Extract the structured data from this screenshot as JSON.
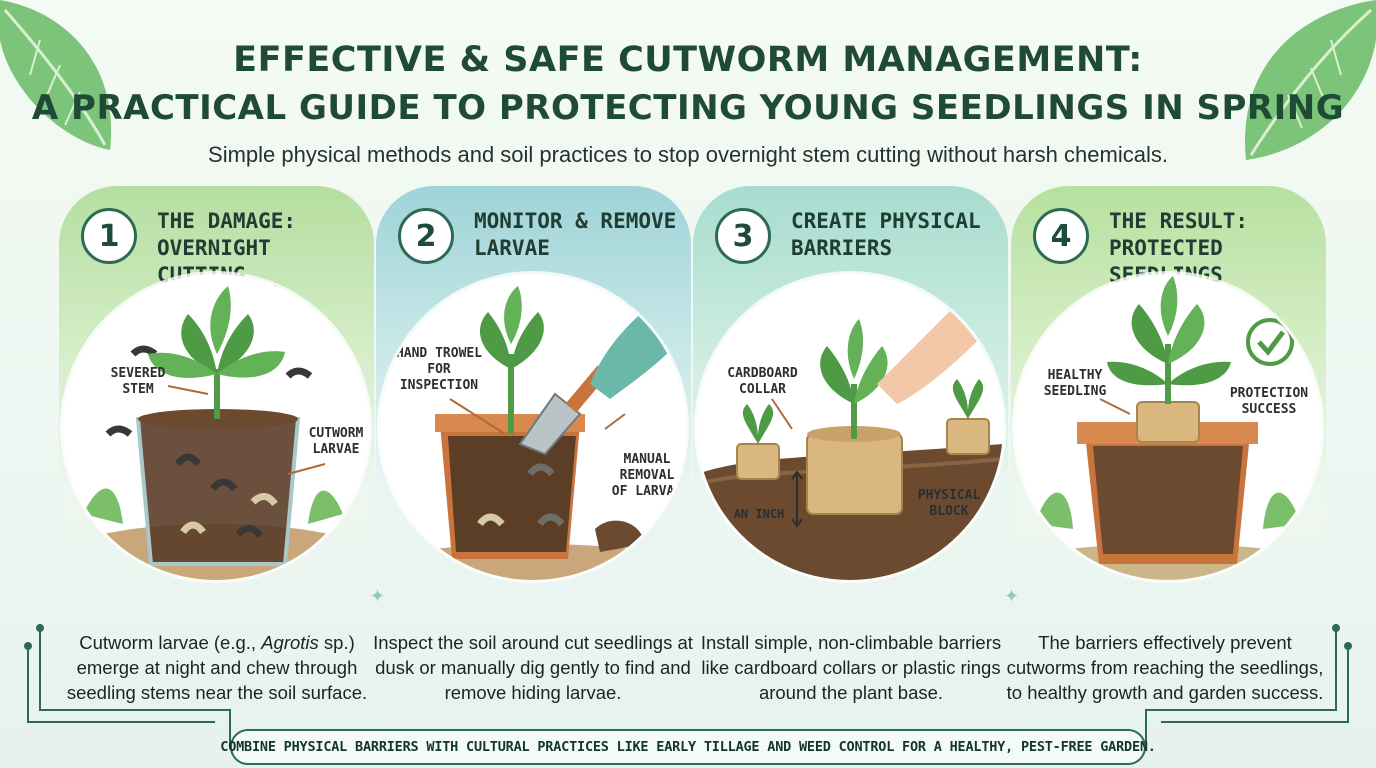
{
  "header": {
    "title_line1": "EFFECTIVE & SAFE CUTWORM MANAGEMENT:",
    "title_line2": "A PRACTICAL GUIDE TO PROTECTING YOUNG SEEDLINGS IN SPRING",
    "subtitle": "Simple physical methods and soil practices to stop overnight stem cutting without harsh chemicals."
  },
  "steps": [
    {
      "number": "1",
      "title": "THE DAMAGE: OVERNIGHT CUTTING",
      "callouts": [
        "SEVERED STEM",
        "CUTWORM LARVAE"
      ],
      "description_pre": "Cutworm larvae (e.g., ",
      "description_italic": "Agrotis",
      "description_post": " sp.) emerge at night and chew through seedling stems near the soil surface."
    },
    {
      "number": "2",
      "title": "MONITOR & REMOVE LARVAE",
      "callouts": [
        "HAND TROWEL FOR INSPECTION",
        "MANUAL REMOVAL OF LARVAE"
      ],
      "description": "Inspect the soil around cut seedlings at dusk or manually dig gently to find and remove hiding larvae."
    },
    {
      "number": "3",
      "title": "CREATE PHYSICAL BARRIERS",
      "callouts": [
        "CARDBOARD COLLAR",
        "AN INCH",
        "PHYSICAL BLOCK"
      ],
      "description": "Install simple, non-climbable barriers like cardboard collars or plastic rings around the plant base."
    },
    {
      "number": "4",
      "title": "THE RESULT: PROTECTED SEEDLINGS",
      "callouts": [
        "HEALTHY SEEDLING",
        "PROTECTION SUCCESS"
      ],
      "description": "The barriers effectively prevent cutworms from reaching the seedlings, to healthy growth and garden success."
    }
  ],
  "footer": {
    "tip": "COMBINE PHYSICAL BARRIERS WITH CULTURAL PRACTICES LIKE EARLY TILLAGE AND WEED CONTROL FOR A HEALTHY, PEST-FREE GARDEN."
  },
  "icons": [
    "leaf-icon",
    "cutworm-icon",
    "trowel-icon",
    "glove-icon",
    "hand-icon",
    "checkmark-icon",
    "pot-icon",
    "seedling-icon"
  ],
  "colors": {
    "title_green": "#1f4a36",
    "panel_green": "#b5dea0",
    "panel_teal": "#9fd3d8",
    "accent": "#2d6a55"
  }
}
